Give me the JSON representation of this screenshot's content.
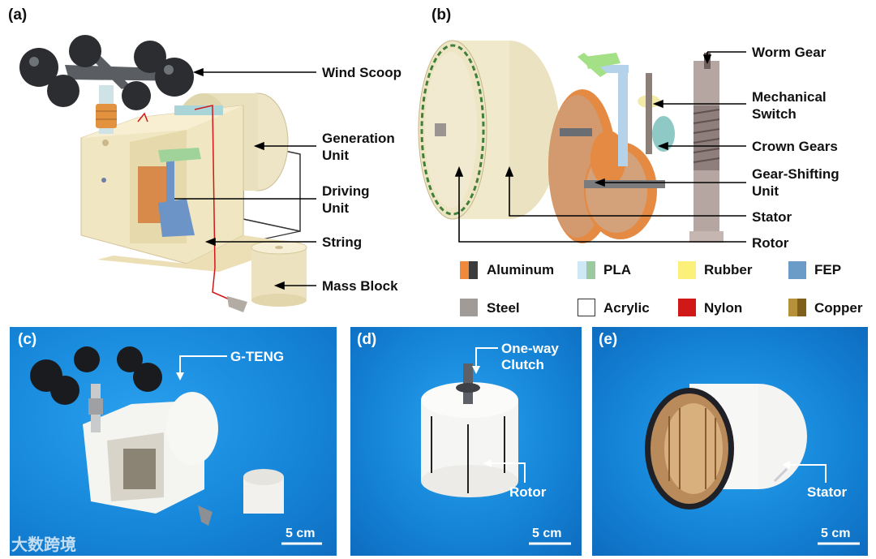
{
  "panels": {
    "a": {
      "tag": "(a)",
      "labels": {
        "wind_scoop": "Wind Scoop",
        "generation_unit": "Generation\nUnit",
        "driving_unit": "Driving\nUnit",
        "string": "String",
        "mass_block": "Mass Block"
      }
    },
    "b": {
      "tag": "(b)",
      "labels": {
        "worm_gear": "Worm Gear",
        "mechanical_switch": "Mechanical\nSwitch",
        "crown_gears": "Crown Gears",
        "gear_shifting_unit": "Gear-Shifting\nUnit",
        "stator": "Stator",
        "rotor": "Rotor"
      }
    },
    "c": {
      "tag": "(c)",
      "label": "G-TENG",
      "scale": "5 cm"
    },
    "d": {
      "tag": "(d)",
      "clutch": "One-way\nClutch",
      "rotor": "Rotor",
      "scale": "5 cm"
    },
    "e": {
      "tag": "(e)",
      "stator": "Stator",
      "scale": "5 cm"
    }
  },
  "legend": [
    {
      "name": "Aluminum",
      "colors": [
        "#f08a3a",
        "#3b3b3b"
      ]
    },
    {
      "name": "PLA",
      "colors": [
        "#cfe8f6",
        "#9ccaa0"
      ]
    },
    {
      "name": "Rubber",
      "colors": [
        "#fbf17a"
      ]
    },
    {
      "name": "FEP",
      "colors": [
        "#6b9cc8"
      ]
    },
    {
      "name": "Steel",
      "colors": [
        "#a09b96"
      ]
    },
    {
      "name": "Acrylic",
      "colors": [
        "#ffffff"
      ]
    },
    {
      "name": "Nylon",
      "colors": [
        "#d01818"
      ]
    },
    {
      "name": "Copper",
      "colors": [
        "#b6913a",
        "#7f5f1c"
      ]
    }
  ],
  "watermark": "大数跨境"
}
